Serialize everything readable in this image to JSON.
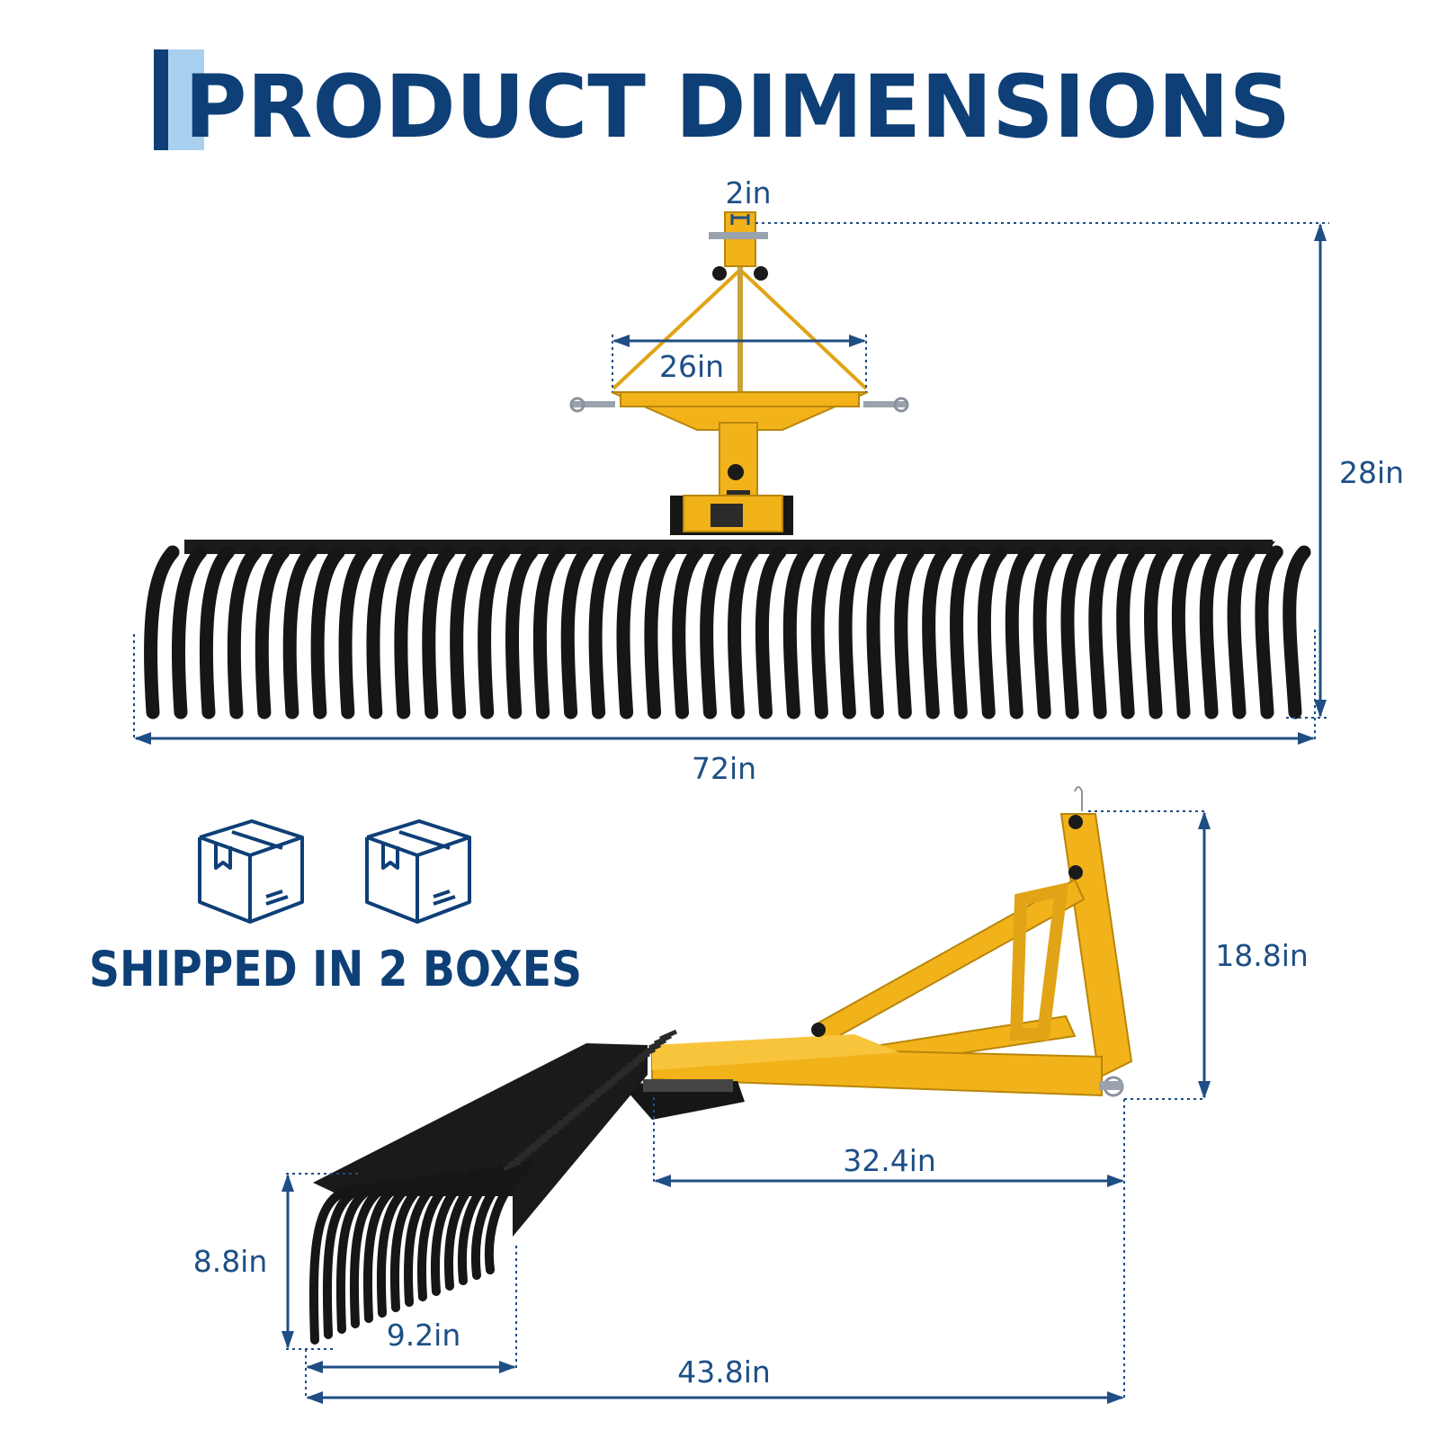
{
  "title": "PRODUCT DIMENSIONS",
  "shipping": {
    "text": "SHIPPED IN 2 BOXES",
    "icons": [
      "box-icon",
      "box-icon"
    ]
  },
  "dimensions_top": {
    "pin_width": "2in",
    "hitch_width": "26in",
    "overall_height": "28in",
    "overall_width": "72in"
  },
  "dimensions_side": {
    "mast_height": "18.8in",
    "tongue_length": "32.4in",
    "tine_height": "8.8in",
    "tine_depth": "9.2in",
    "overall_length": "43.8in"
  },
  "colors": {
    "title_blue": "#0e3f77",
    "accent_light_blue": "#a9d0ee",
    "frame_yellow": "#f2b21a",
    "tine_black": "#161616"
  }
}
